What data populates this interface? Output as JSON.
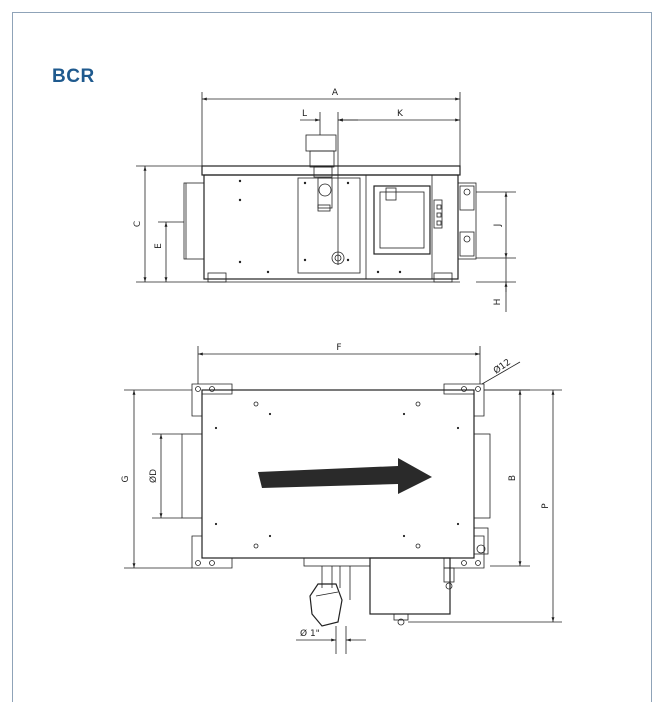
{
  "title": "BCR",
  "labels": {
    "A": "A",
    "K": "K",
    "L": "L",
    "C": "C",
    "E": "E",
    "J": "J",
    "H": "H",
    "F": "F",
    "phi12": "Ø12",
    "G": "G",
    "phiD": "ØD",
    "B": "B",
    "P": "P",
    "phi1": "Ø 1\""
  },
  "colors": {
    "title": "#1f5a8e",
    "frame": "#8fa3b8",
    "line": "#222222"
  }
}
